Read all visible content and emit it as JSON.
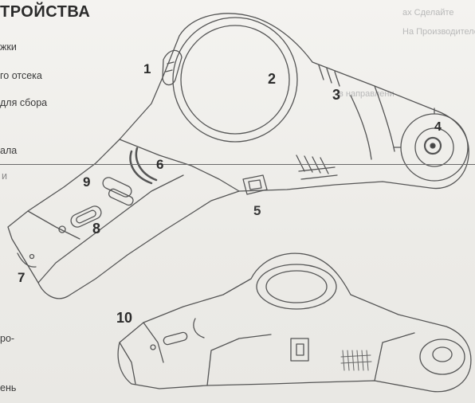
{
  "heading": "ТРОЙСТВА",
  "left_fragments": [
    "жки",
    "го отсека",
    "для сбора",
    "ала",
    "и",
    "ро-",
    "ень"
  ],
  "faint_right": [
    "ах Сделайте",
    "На Производителе",
    "в направлени"
  ],
  "labels": [
    "1",
    "2",
    "3",
    "4",
    "5",
    "6",
    "7",
    "8",
    "9",
    "10"
  ]
}
